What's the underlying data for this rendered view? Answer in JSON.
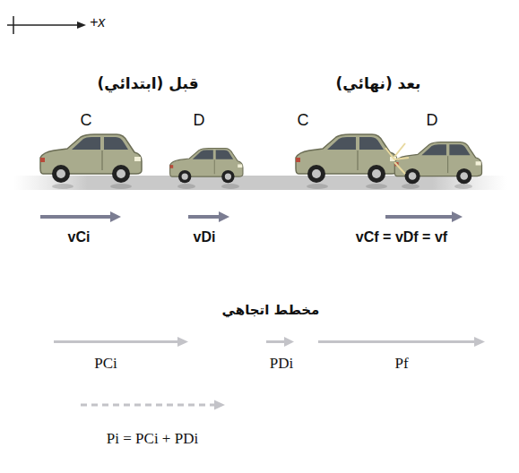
{
  "diagram": {
    "labels": [
      "+x",
      "قبل (ابتدائي)",
      "بعد (نهائي)",
      "C",
      "D",
      "C",
      "D",
      "vCi",
      "vDi",
      "vCf = vDf = vf",
      "مخطط اتجاهي",
      "PCi",
      "PDi",
      "Pf",
      "Pi = PCi + PDi"
    ]
  }
}
